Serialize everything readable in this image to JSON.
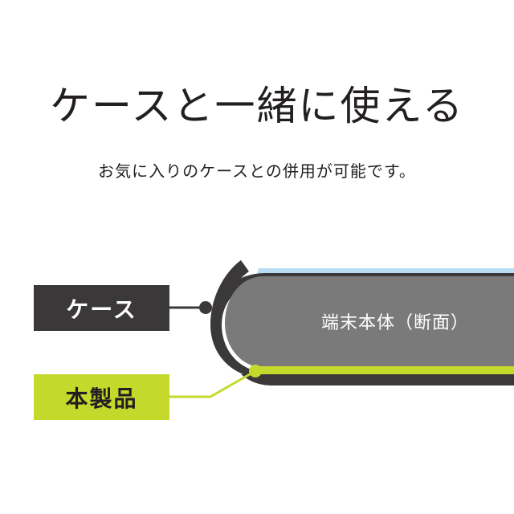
{
  "title": "ケースと一緒に使える",
  "subtitle": "お気に入りのケースとの併用が可能です。",
  "labels": {
    "case": "ケース",
    "product": "本製品",
    "device": "端末本体（断面）"
  },
  "colors": {
    "case": "#3b3839",
    "product": "#c5d92d",
    "device": "#7a7a7a",
    "screen": "#b9dcf2",
    "text": "#231f20"
  }
}
